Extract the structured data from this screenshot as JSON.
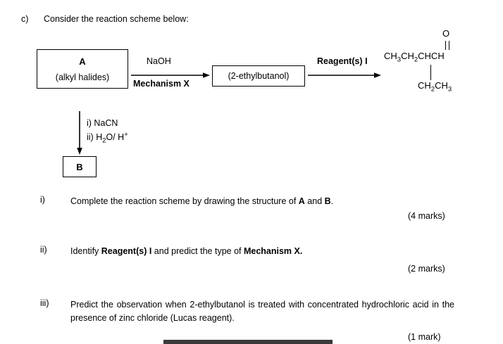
{
  "intro": {
    "label": "c)",
    "text": "Consider the reaction scheme below:"
  },
  "scheme": {
    "box_a": {
      "title": "A",
      "subtitle": "(alkyl halides)"
    },
    "arrow1": {
      "above": "NaOH",
      "below": "Mechanism X"
    },
    "box_mid": "(2-ethylbutanol)",
    "arrow2": {
      "above": "Reagent(s) I"
    },
    "product": {
      "oxygen": "O",
      "main_chain_pre": "CH",
      "main_chain": "CH3CH2CHCH",
      "lower_chain": "CH2CH3"
    },
    "down_arrow": {
      "line1": "i) NaCN",
      "line2_pre": "ii) H",
      "line2_sub": "2",
      "line2_mid": "O/ H",
      "line2_sup": "+"
    },
    "box_b": "B"
  },
  "questions": [
    {
      "num": "i)",
      "text_plain": "Complete the reaction scheme by drawing the structure of A and B.",
      "marks": "(4 marks)"
    },
    {
      "num": "ii)",
      "text_plain": "Identify Reagent(s) I and predict the type of Mechanism X.",
      "marks": "(2 marks)"
    },
    {
      "num": "iii)",
      "text_plain": "Predict the observation when 2-ethylbutanol is treated with concentrated hydrochloric acid in the presence of zinc chloride (Lucas reagent).",
      "marks": "(1 mark)"
    }
  ]
}
